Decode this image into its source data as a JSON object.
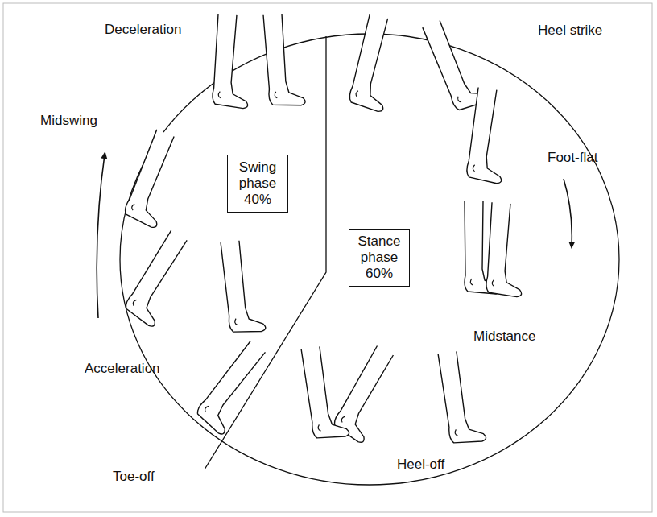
{
  "diagram": {
    "nodes": [
      {
        "text": [
          "Swing phase 40%"
        ]
      },
      {
        "text": [
          "Stance phase 60%"
        ]
      }
    ],
    "labels": [
      "Deceleration",
      "Heel strike",
      "Midswing",
      "Foot-flat",
      "Midstance",
      "Acceleration",
      "Toe-off",
      "Heel-off"
    ]
  }
}
